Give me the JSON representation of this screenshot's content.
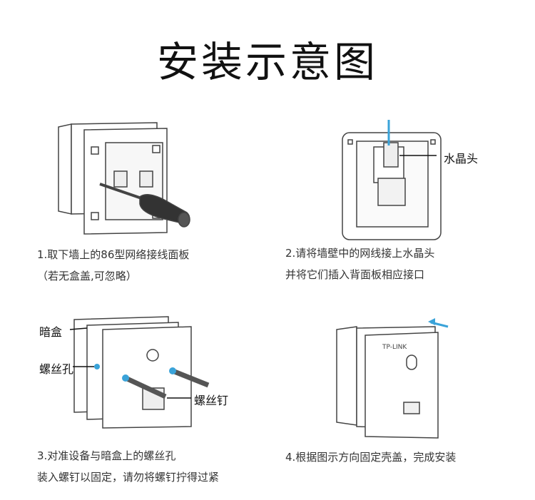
{
  "title": "安装示意图",
  "steps": [
    {
      "line1": "1.取下墙上的86型网络接线面板",
      "line2": "（若无盒盖,可忽略）"
    },
    {
      "line1": "2.请将墙壁中的网线接上水晶头",
      "line2": "并将它们插入背面板相应接口"
    },
    {
      "line1": "3.对准设备与暗盒上的螺丝孔",
      "line2": "装入螺钉以固定，请勿将螺钉拧得过紧"
    },
    {
      "line1": "4.根据图示方向固定壳盖，完成安装",
      "line2": ""
    }
  ],
  "callouts": {
    "crystal_head": "水晶头",
    "dark_box": "暗盒",
    "screw_hole": "螺丝孔",
    "screw": "螺丝钉"
  },
  "brand": "TP-LINK",
  "colors": {
    "accent": "#3aa3d9",
    "line": "#444444"
  }
}
